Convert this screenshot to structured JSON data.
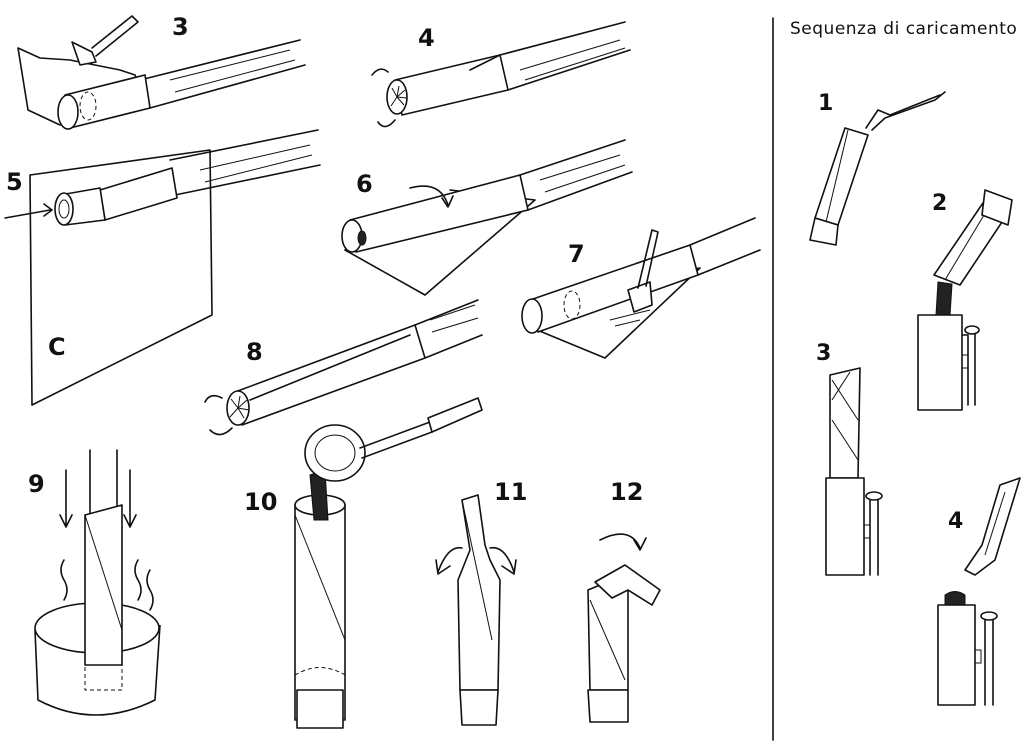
{
  "title": "Sequenza di caricamento",
  "left_steps": {
    "s3": "3",
    "s4": "4",
    "s5": "5",
    "s6": "6",
    "s7": "7",
    "s8": "8",
    "s9": "9",
    "s10": "10",
    "s11": "11",
    "s12": "12"
  },
  "sheet_label": "C",
  "loading_steps": {
    "l1": "1",
    "l2": "2",
    "l3": "3",
    "l4": "4"
  }
}
